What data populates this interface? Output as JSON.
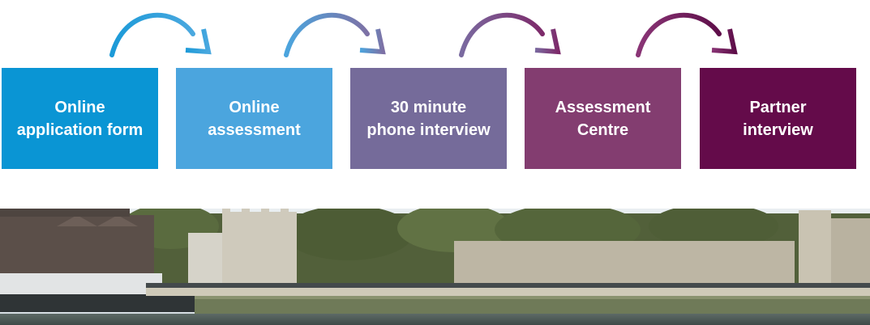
{
  "steps": [
    {
      "label": "Online\napplication form",
      "color": "#0a95d4"
    },
    {
      "label": "Online\nassessment",
      "color": "#4ba5de"
    },
    {
      "label": "30 minute\nphone interview",
      "color": "#756b9a"
    },
    {
      "label": "Assessment\nCentre",
      "color": "#833d70"
    },
    {
      "label": "Partner\ninterview",
      "color": "#640b4a"
    }
  ],
  "arrows": [
    {
      "start": "#1b9ad8",
      "end": "#4aa8df"
    },
    {
      "start": "#4ba5de",
      "end": "#7d71a5"
    },
    {
      "start": "#7a6aa0",
      "end": "#7d2a6a"
    },
    {
      "start": "#8a3576",
      "end": "#5e0e49"
    }
  ],
  "photo": {
    "subject": "riverside castle scene"
  }
}
